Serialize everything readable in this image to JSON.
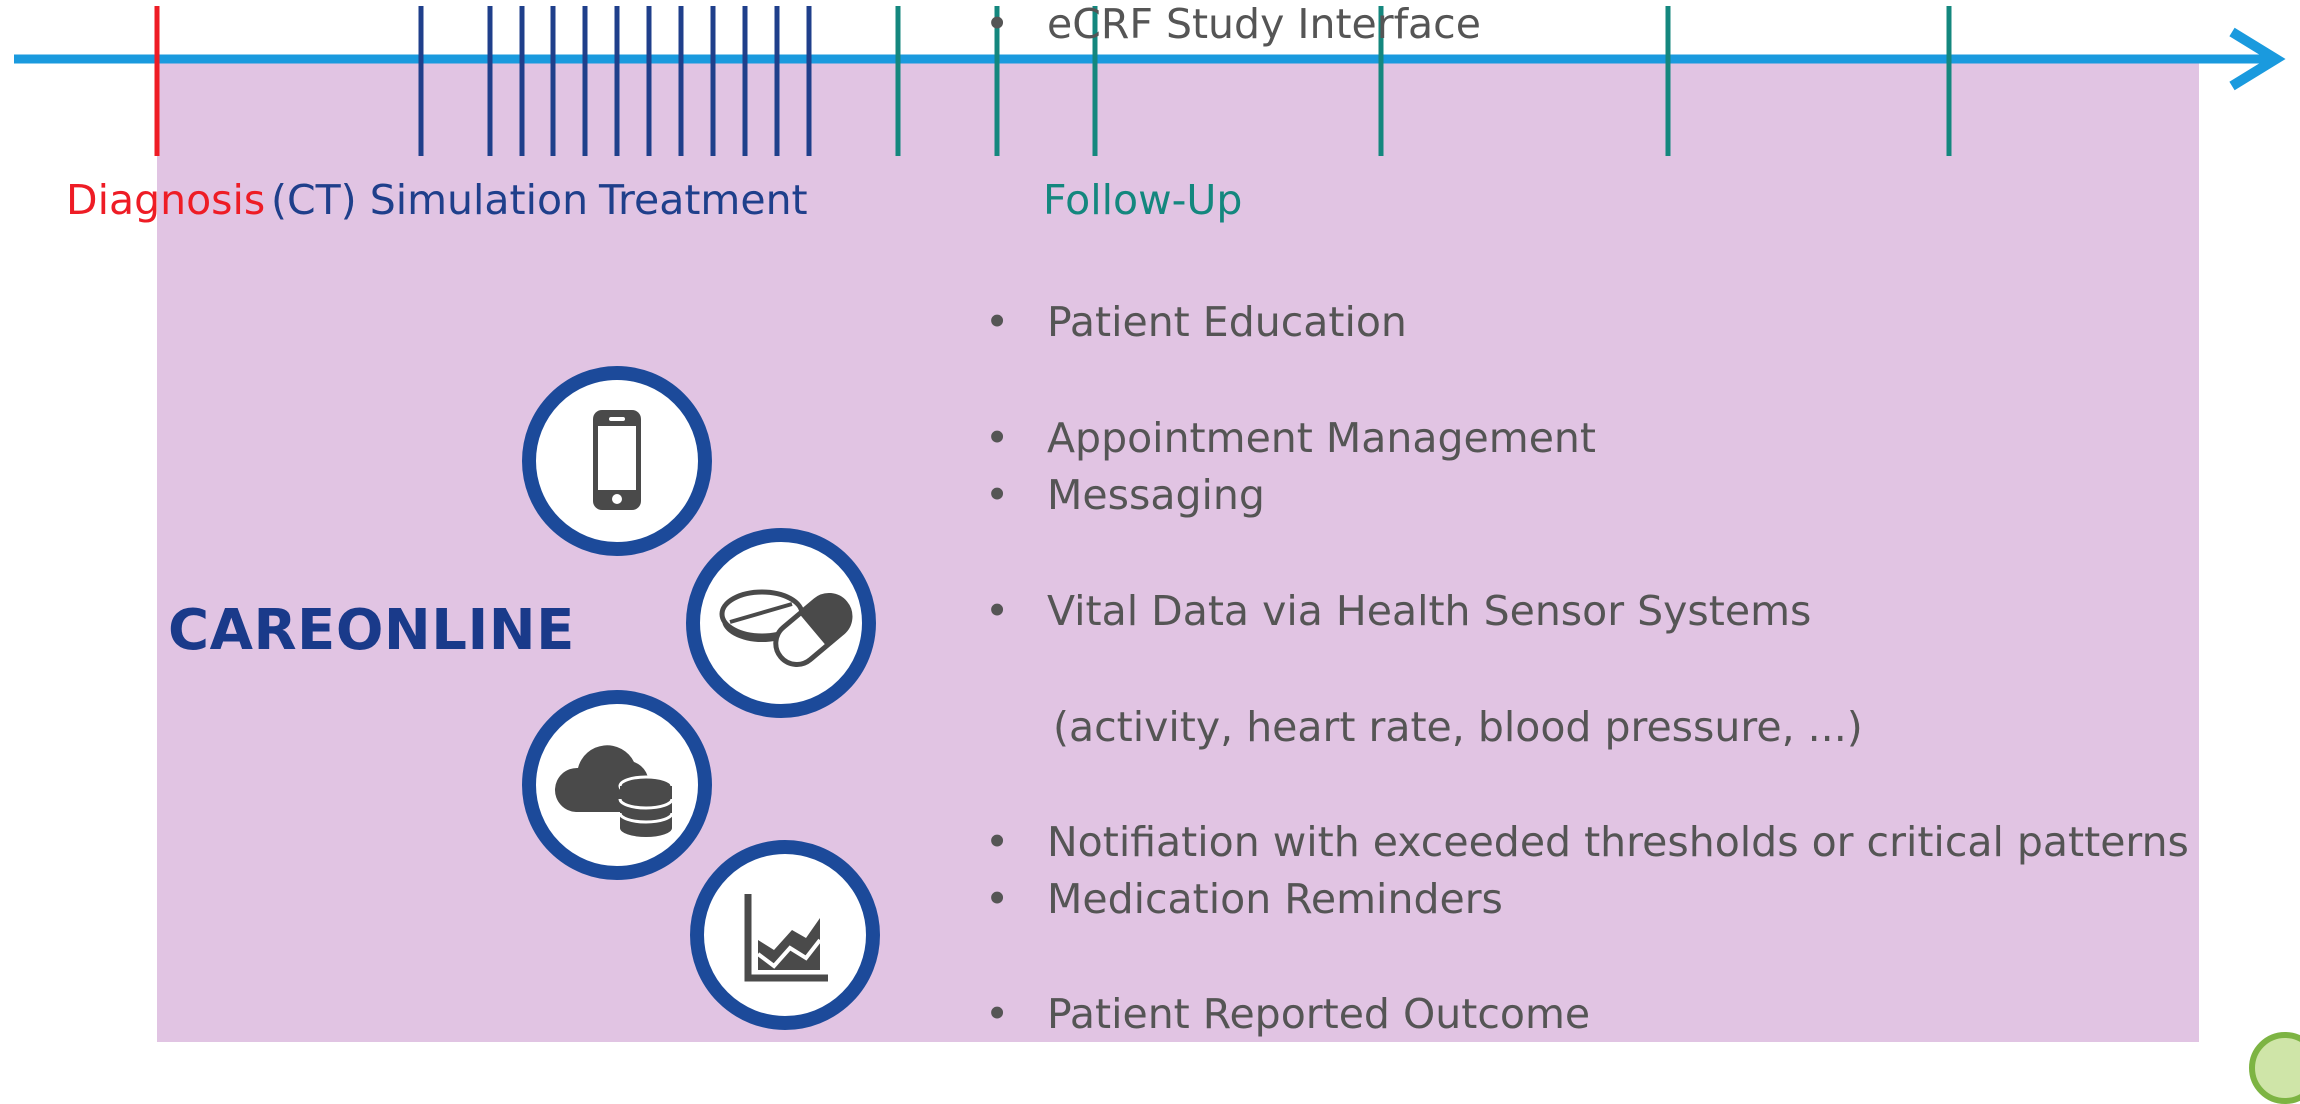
{
  "timeline": {
    "axis_color": "#1a9ade",
    "phases": {
      "diagnosis": {
        "label": "Diagnosis",
        "color": "#ee1c25"
      },
      "simulation": {
        "label": "(CT) Simulation",
        "color": "#1f3f8b"
      },
      "treatment": {
        "label": "Treatment",
        "color": "#1f3f8b"
      },
      "follow_up": {
        "label": "Follow-Up",
        "color": "#14877e"
      }
    }
  },
  "brand": {
    "label": "CAREONLINE",
    "color": "#1a3a8a"
  },
  "icons": [
    "smartphone-icon",
    "pills-icon",
    "cloud-database-icon",
    "chart-icon"
  ],
  "features": [
    {
      "lines": [
        "Patient Education"
      ]
    },
    {
      "lines": [
        "Appointment Management"
      ]
    },
    {
      "lines": [
        "Messaging"
      ]
    },
    {
      "lines": [
        "Vital Data via Health Sensor Systems",
        "(activity, heart rate, blood pressure, ...)"
      ]
    },
    {
      "lines": [
        "Notifiation with exceeded thresholds or critical patterns"
      ]
    },
    {
      "lines": [
        "Medication Reminders"
      ]
    },
    {
      "lines": [
        "Patient Reported Outcome"
      ]
    },
    {
      "lines": [
        "eCRF Study Interface"
      ]
    }
  ],
  "bullet": "•"
}
